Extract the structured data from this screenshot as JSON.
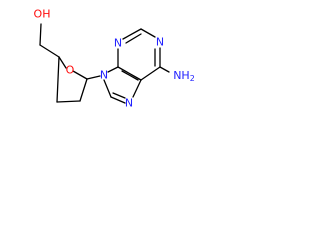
{
  "molecule": {
    "atoms": {
      "oh": "OH",
      "o_ring": "O",
      "n9": "N",
      "n3": "N",
      "n1": "N",
      "n7": "N",
      "nh2": "NH2"
    },
    "colors": {
      "bond": "#000000",
      "oxygen": "#ff0d0d",
      "nitrogen": "#2222ff",
      "background": "#ffffff"
    }
  }
}
